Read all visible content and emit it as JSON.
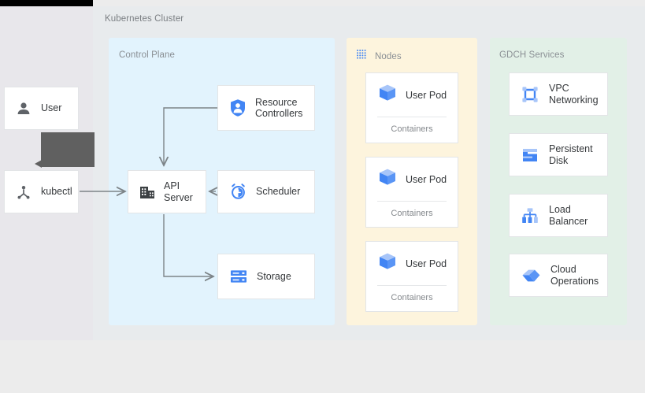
{
  "diagram": {
    "title": "Kubernetes Cluster",
    "colors": {
      "control_plane_bg": "#e2f3fd",
      "nodes_bg": "#fdf4dd",
      "gdch_bg": "#e2f0e7",
      "canvas_bg": "#e8ebed",
      "icon_blue": "#4285f4",
      "icon_blue_light": "#a7c5f9",
      "icon_gray": "#5f6368",
      "connector": "#7d8488",
      "tooltip_bg": "#606060"
    }
  },
  "actors": [
    {
      "label": "User",
      "icon": "user-icon"
    },
    {
      "label": "kubectl",
      "icon": "kubectl-icon"
    }
  ],
  "tooltip": {
    "text": ""
  },
  "panels": {
    "control_plane": {
      "title": "Control Plane",
      "cards": [
        {
          "label": "API\nServer",
          "icon": "api-server-icon"
        },
        {
          "label": "Resource\nControllers",
          "icon": "shield-person-icon"
        },
        {
          "label": "Scheduler",
          "icon": "clock-icon"
        },
        {
          "label": "Storage",
          "icon": "storage-icon"
        }
      ]
    },
    "nodes": {
      "title": "Nodes",
      "icon": "dotted-grid-icon",
      "pods": [
        {
          "title": "User Pod",
          "subtitle": "Containers",
          "icon": "cube-icon"
        },
        {
          "title": "User Pod",
          "subtitle": "Containers",
          "icon": "cube-icon"
        },
        {
          "title": "User Pod",
          "subtitle": "Containers",
          "icon": "cube-icon"
        }
      ]
    },
    "gdch": {
      "title": "GDCH Services",
      "services": [
        {
          "label": "VPC\nNetworking",
          "icon": "vpc-networking-icon"
        },
        {
          "label": "Persistent\nDisk",
          "icon": "persistent-disk-icon"
        },
        {
          "label": "Load\nBalancer",
          "icon": "load-balancer-icon"
        },
        {
          "label": "Cloud\nOperations",
          "icon": "cloud-operations-icon"
        }
      ]
    }
  },
  "connections": [
    {
      "from": "kubectl",
      "to": "API Server"
    },
    {
      "from": "Resource Controllers",
      "to": "API Server"
    },
    {
      "from": "Scheduler",
      "to": "API Server"
    },
    {
      "from": "API Server",
      "to": "Storage"
    }
  ]
}
